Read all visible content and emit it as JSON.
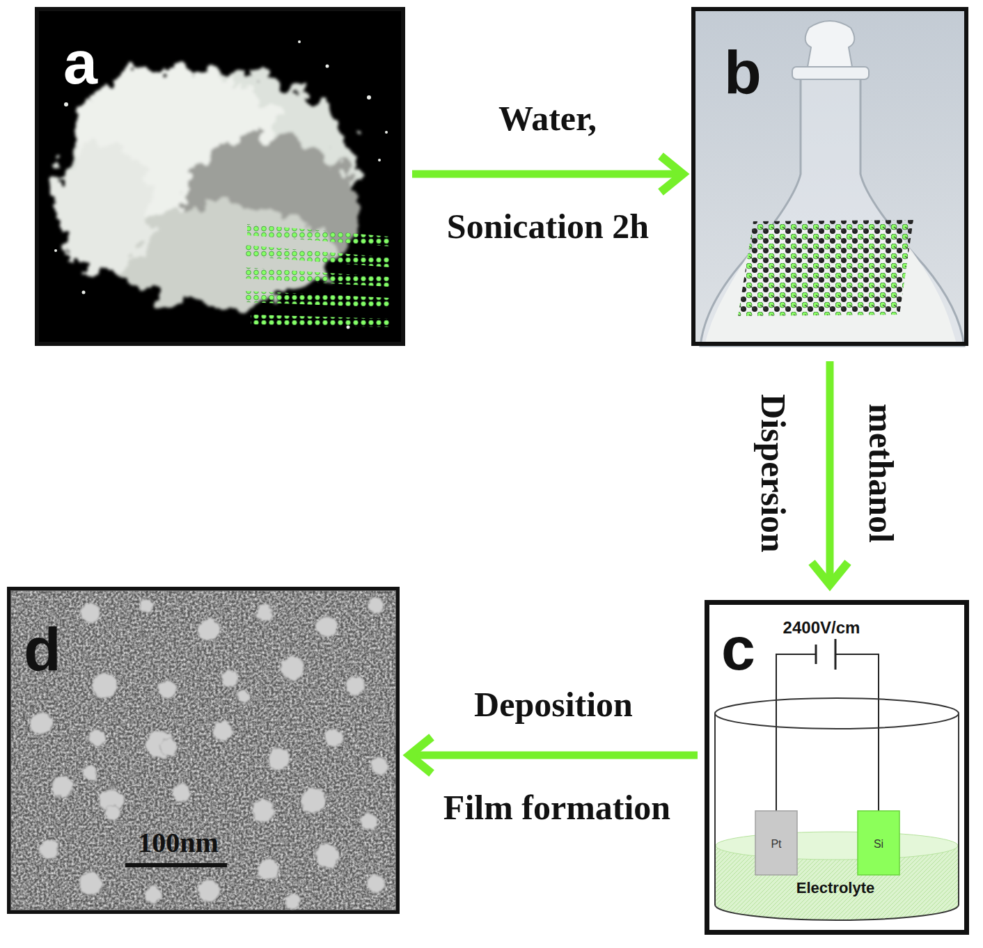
{
  "diagram": {
    "nodes": [
      {
        "text": [
          "a"
        ]
      },
      {
        "text": [
          "b"
        ]
      },
      {
        "text": [
          "c"
        ]
      },
      {
        "text": [
          "d"
        ]
      }
    ],
    "edges": [
      {
        "from": 0,
        "to": 1,
        "label": "Water,",
        "arrow": "to"
      },
      {
        "from": 1,
        "to": 2,
        "label": "methanol",
        "arrow": "to"
      },
      {
        "from": 2,
        "to": 3,
        "label": "Deposition",
        "arrow": "to"
      }
    ],
    "labels": [
      "Sonication 2h",
      "Dispersion",
      "Film formation",
      "2400V/cm",
      "Pt",
      "Si",
      "Electrolyte",
      "100nm"
    ]
  }
}
